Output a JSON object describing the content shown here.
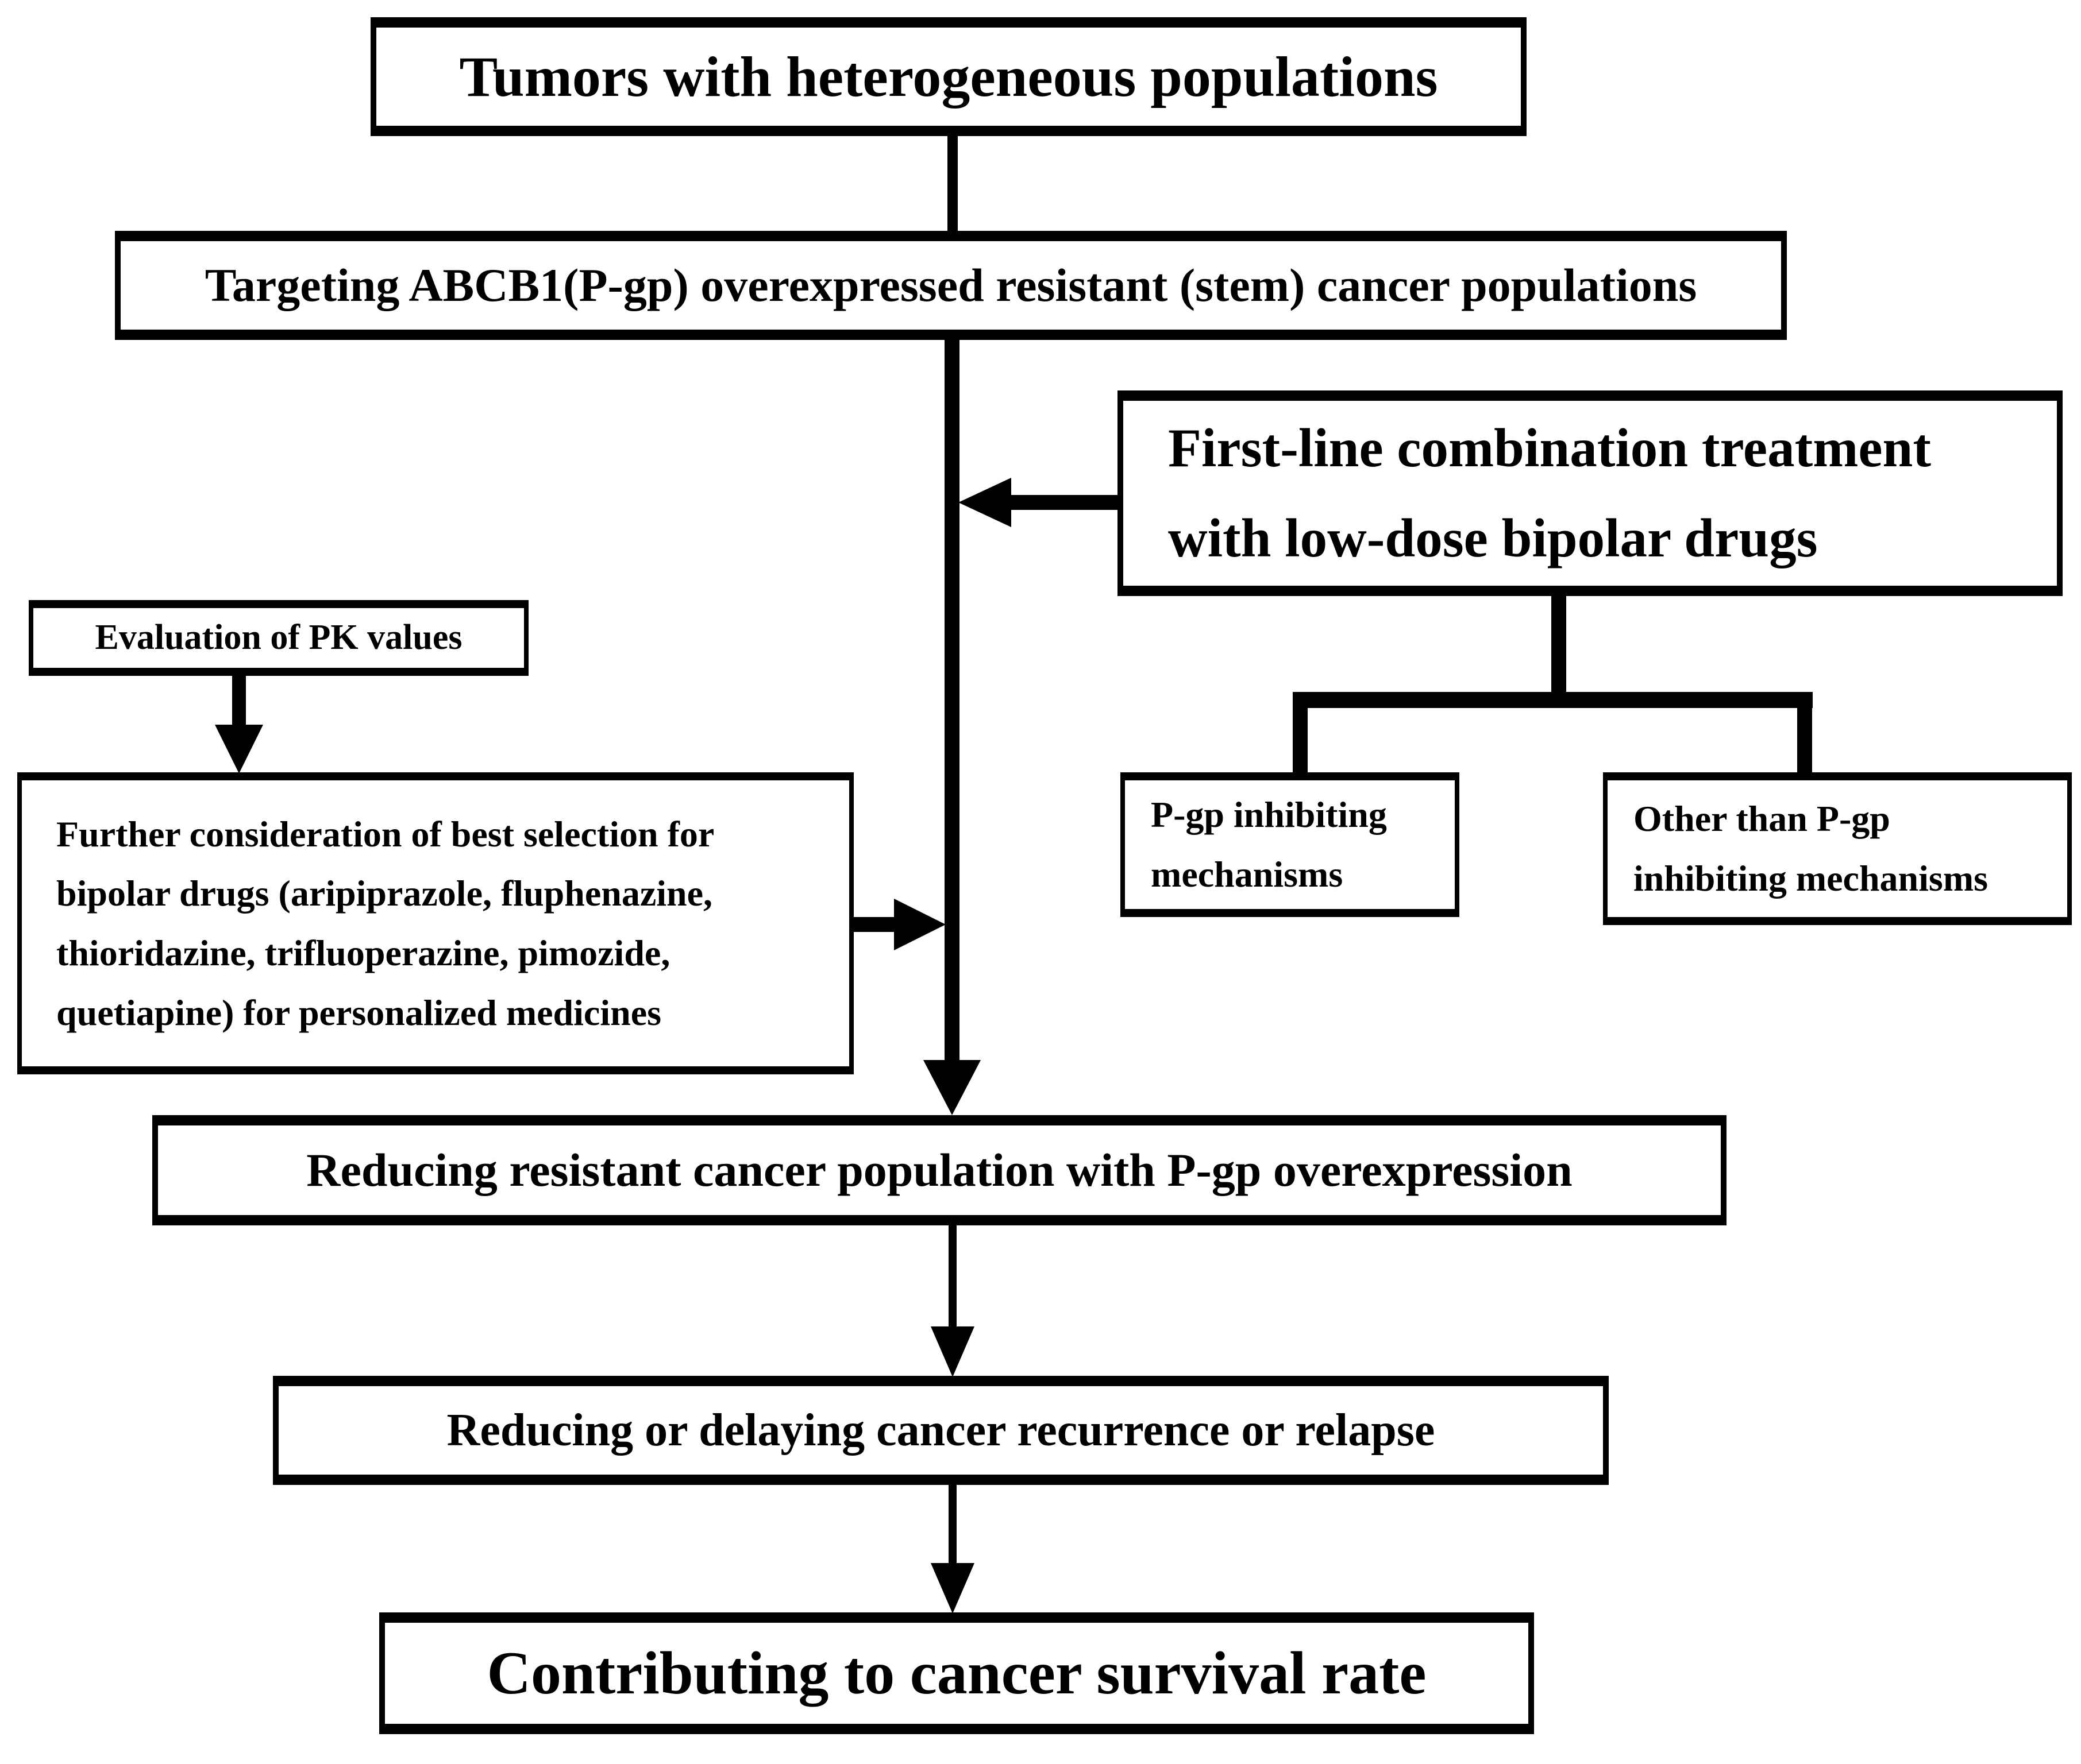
{
  "diagram": {
    "title_hint": "flowchart of bipolar-drug repositioning strategy against resistant cancer",
    "colors": {
      "line": "#000000",
      "box_border": "#000000",
      "box_background": "#ffffff",
      "text": "#000000",
      "page_background": "#ffffff"
    },
    "nodes": {
      "tumors": {
        "text": "Tumors with heterogeneous populations"
      },
      "targeting": {
        "text": "Targeting ABCB1(P-gp) overexpressed resistant (stem) cancer populations"
      },
      "firstline": {
        "text": "First-line combination treatment\nwith low-dose bipolar drugs"
      },
      "evaluation": {
        "text": "Evaluation of PK values"
      },
      "further": {
        "text": "Further consideration of best selection for\nbipolar drugs (aripiprazole, fluphenazine,\nthioridazine, trifluoperazine, pimozide,\nquetiapine) for personalized medicines"
      },
      "pgp": {
        "text": "P-gp inhibiting\nmechanisms"
      },
      "other": {
        "text": "Other than P-gp\ninhibiting mechanisms"
      },
      "reduce_pop": {
        "text": "Reducing resistant cancer population with P-gp overexpression"
      },
      "reduce_rec": {
        "text": "Reducing or delaying cancer recurrence or relapse"
      },
      "contributing": {
        "text": "Contributing to cancer survival rate"
      }
    },
    "edges": [
      "tumors -> targeting",
      "targeting -> reduce_pop (central arrow)",
      "firstline -> central line (arrow left)",
      "firstline -> pgp",
      "firstline -> other",
      "evaluation -> further (arrow down)",
      "further -> central line (arrow right)",
      "reduce_pop -> reduce_rec (arrow down)",
      "reduce_rec -> contributing (arrow down)"
    ]
  }
}
